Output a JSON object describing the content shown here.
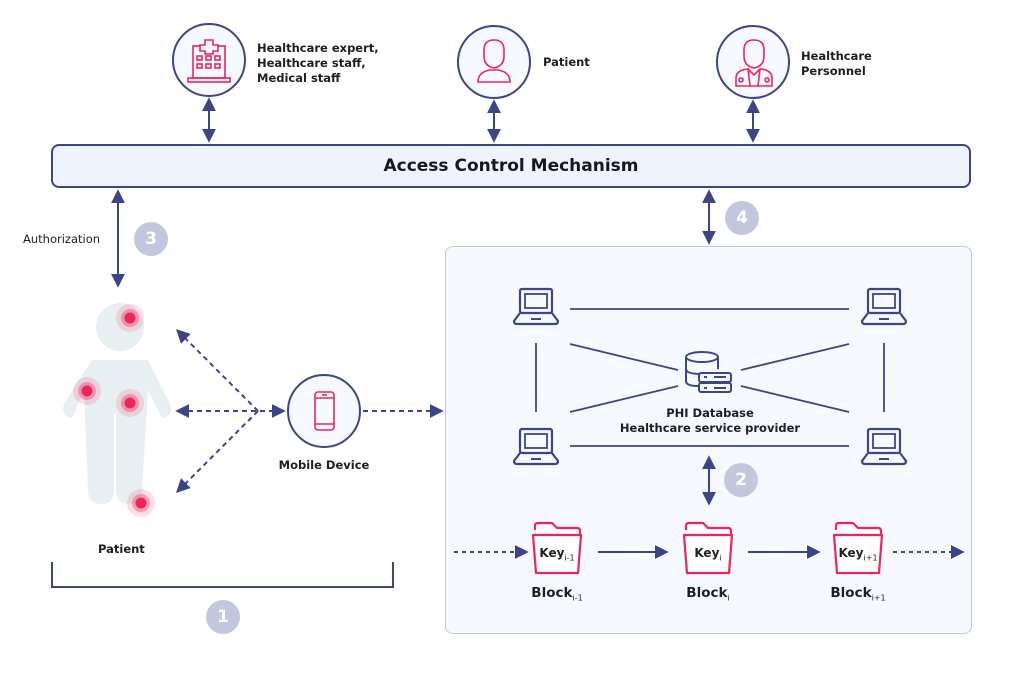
{
  "colors": {
    "navy": "#3e4586",
    "accent_red": "#f0245a",
    "badge_gray": "#c3c7dd",
    "box_fill": "#eef3fd",
    "figure_gray": "#e8eff2"
  },
  "actors": [
    {
      "label_lines": [
        "Healthcare expert,",
        "Healthcare staff,",
        "Medical staff"
      ],
      "icon": "hospital-icon"
    },
    {
      "label_lines": [
        "Patient"
      ],
      "icon": "patient-icon"
    },
    {
      "label_lines": [
        "Healthcare",
        "Personnel"
      ],
      "icon": "doctor-icon"
    }
  ],
  "access_control": {
    "title": "Access Control Mechanism"
  },
  "authorization_label": "Authorization",
  "badges": [
    "1",
    "2",
    "3",
    "4"
  ],
  "patient_label": "Patient",
  "mobile_device_label": "Mobile Device",
  "database": {
    "line1": "PHI Database",
    "line2": "Healthcare service provider"
  },
  "blocks": [
    {
      "key": "Key",
      "key_sub": "i-1",
      "block": "Block",
      "block_sub": "i-1"
    },
    {
      "key": "Key",
      "key_sub": "i",
      "block": "Block",
      "block_sub": "i"
    },
    {
      "key": "Key",
      "key_sub": "i+1",
      "block": "Block",
      "block_sub": "i+1"
    }
  ]
}
